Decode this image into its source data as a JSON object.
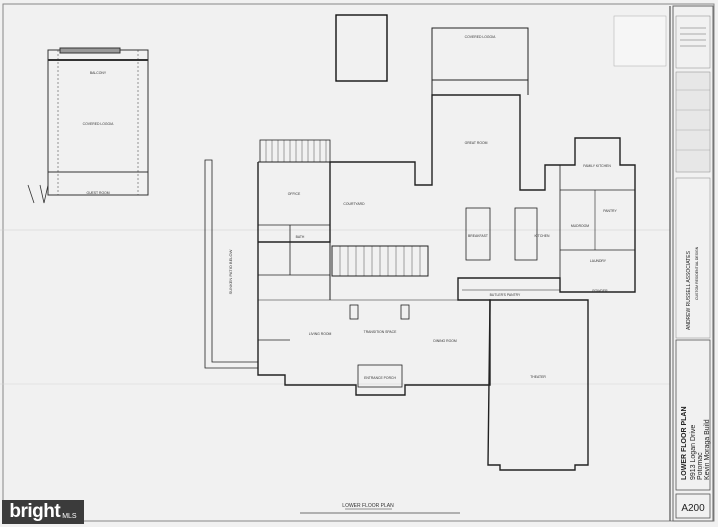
{
  "sheet": {
    "drawing_title": "LOWER FLOOR PLAN",
    "address_line1": "9913 Logan Drive",
    "address_line2": "Potomac",
    "client": "Kevin Moraga Build",
    "sheet_number": "A200",
    "plan_caption": "LOWER FLOOR PLAN",
    "designer": "ANDREW RUSSELL ASSOCIATES",
    "designer_sub": "CUSTOM RESIDENTIAL DESIGN"
  },
  "rooms": {
    "office": "OFFICE",
    "courtyard": "COURTYARD",
    "great_room": "GREAT ROOM",
    "covered_loggia_top": "COVERED LOGGIA",
    "breakfast": "BREAKFAST",
    "kitchen": "KITCHEN",
    "family_kitchen": "FAMILY KITCHEN",
    "pantry": "PANTRY",
    "living_room": "LIVING ROOM",
    "transition_space": "TRANSITION SPACE",
    "dining_room": "DINING ROOM",
    "entrance_porch": "ENTRANCE PORCH",
    "theater": "THEATER",
    "powder": "POWDER",
    "laundry": "LAUNDRY",
    "mudroom": "MUDROOM",
    "butlers": "BUTLER'S PANTRY",
    "bath": "BATH",
    "sunken_patio": "SUNKEN PATIO BELOW",
    "guest_covered_loggia": "COVERED LOGGIA",
    "guest_balcony": "BALCONY",
    "guest_room": "GUEST ROOM"
  },
  "watermark": {
    "brand": "bright",
    "suffix": "MLS"
  }
}
